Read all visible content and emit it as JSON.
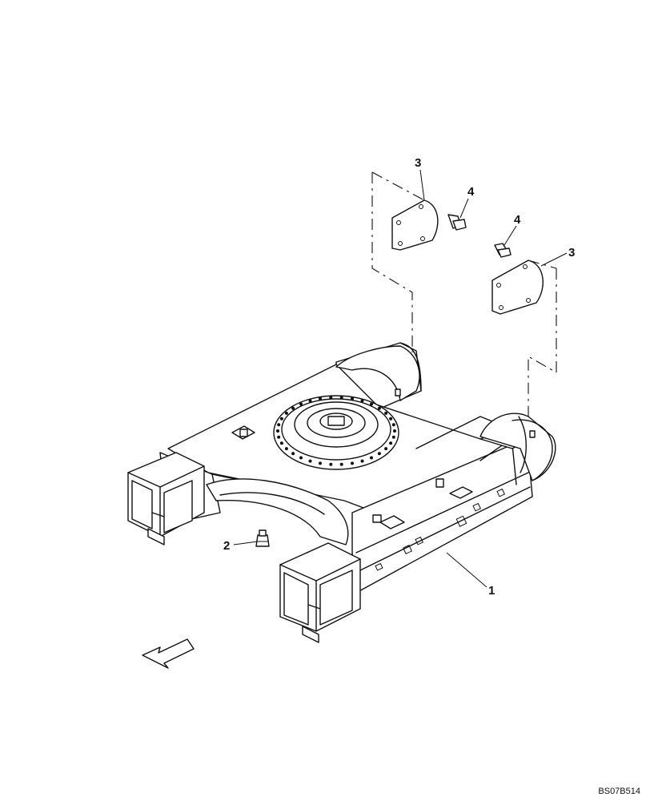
{
  "callouts": {
    "frame": "1",
    "grease_fitting": "2",
    "cover_left": "3",
    "cover_right": "3",
    "bolt_left": "4",
    "bolt_right": "4"
  },
  "drawing_code": "BS07B514",
  "icons": {
    "direction_arrow": "hollow-arrow-pointing-down-left"
  }
}
